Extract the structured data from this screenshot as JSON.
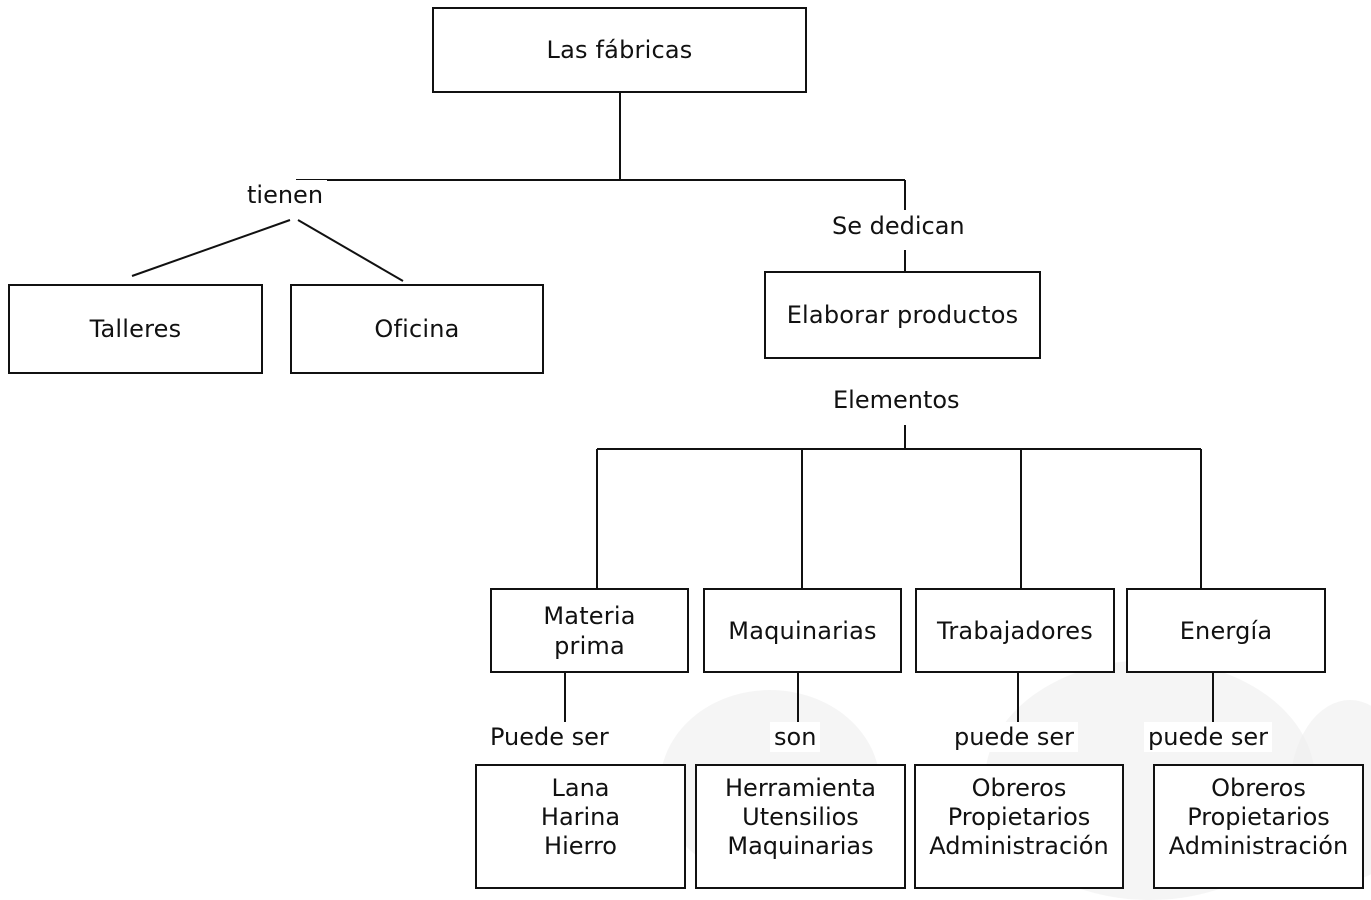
{
  "root": {
    "label": "Las fábricas"
  },
  "left": {
    "connector": "tienen",
    "children": [
      "Talleres",
      "Oficina"
    ]
  },
  "right": {
    "connector": "Se dedican",
    "node": "Elaborar productos",
    "elements_label": "Elementos",
    "categories": [
      {
        "label": "Materia prima",
        "connector": "Puede ser",
        "items": [
          "Lana",
          "Harina",
          "Hierro"
        ]
      },
      {
        "label": "Maquinarias",
        "connector": "son",
        "items": [
          "Herramienta",
          "Utensilios",
          "Maquinarias"
        ]
      },
      {
        "label": "Trabajadores",
        "connector": "puede ser",
        "items": [
          "Obreros",
          "Propietarios",
          "Administración"
        ]
      },
      {
        "label": "Energía",
        "connector": "puede ser",
        "items": [
          "Obreros",
          "Propietarios",
          "Administración"
        ]
      }
    ]
  }
}
